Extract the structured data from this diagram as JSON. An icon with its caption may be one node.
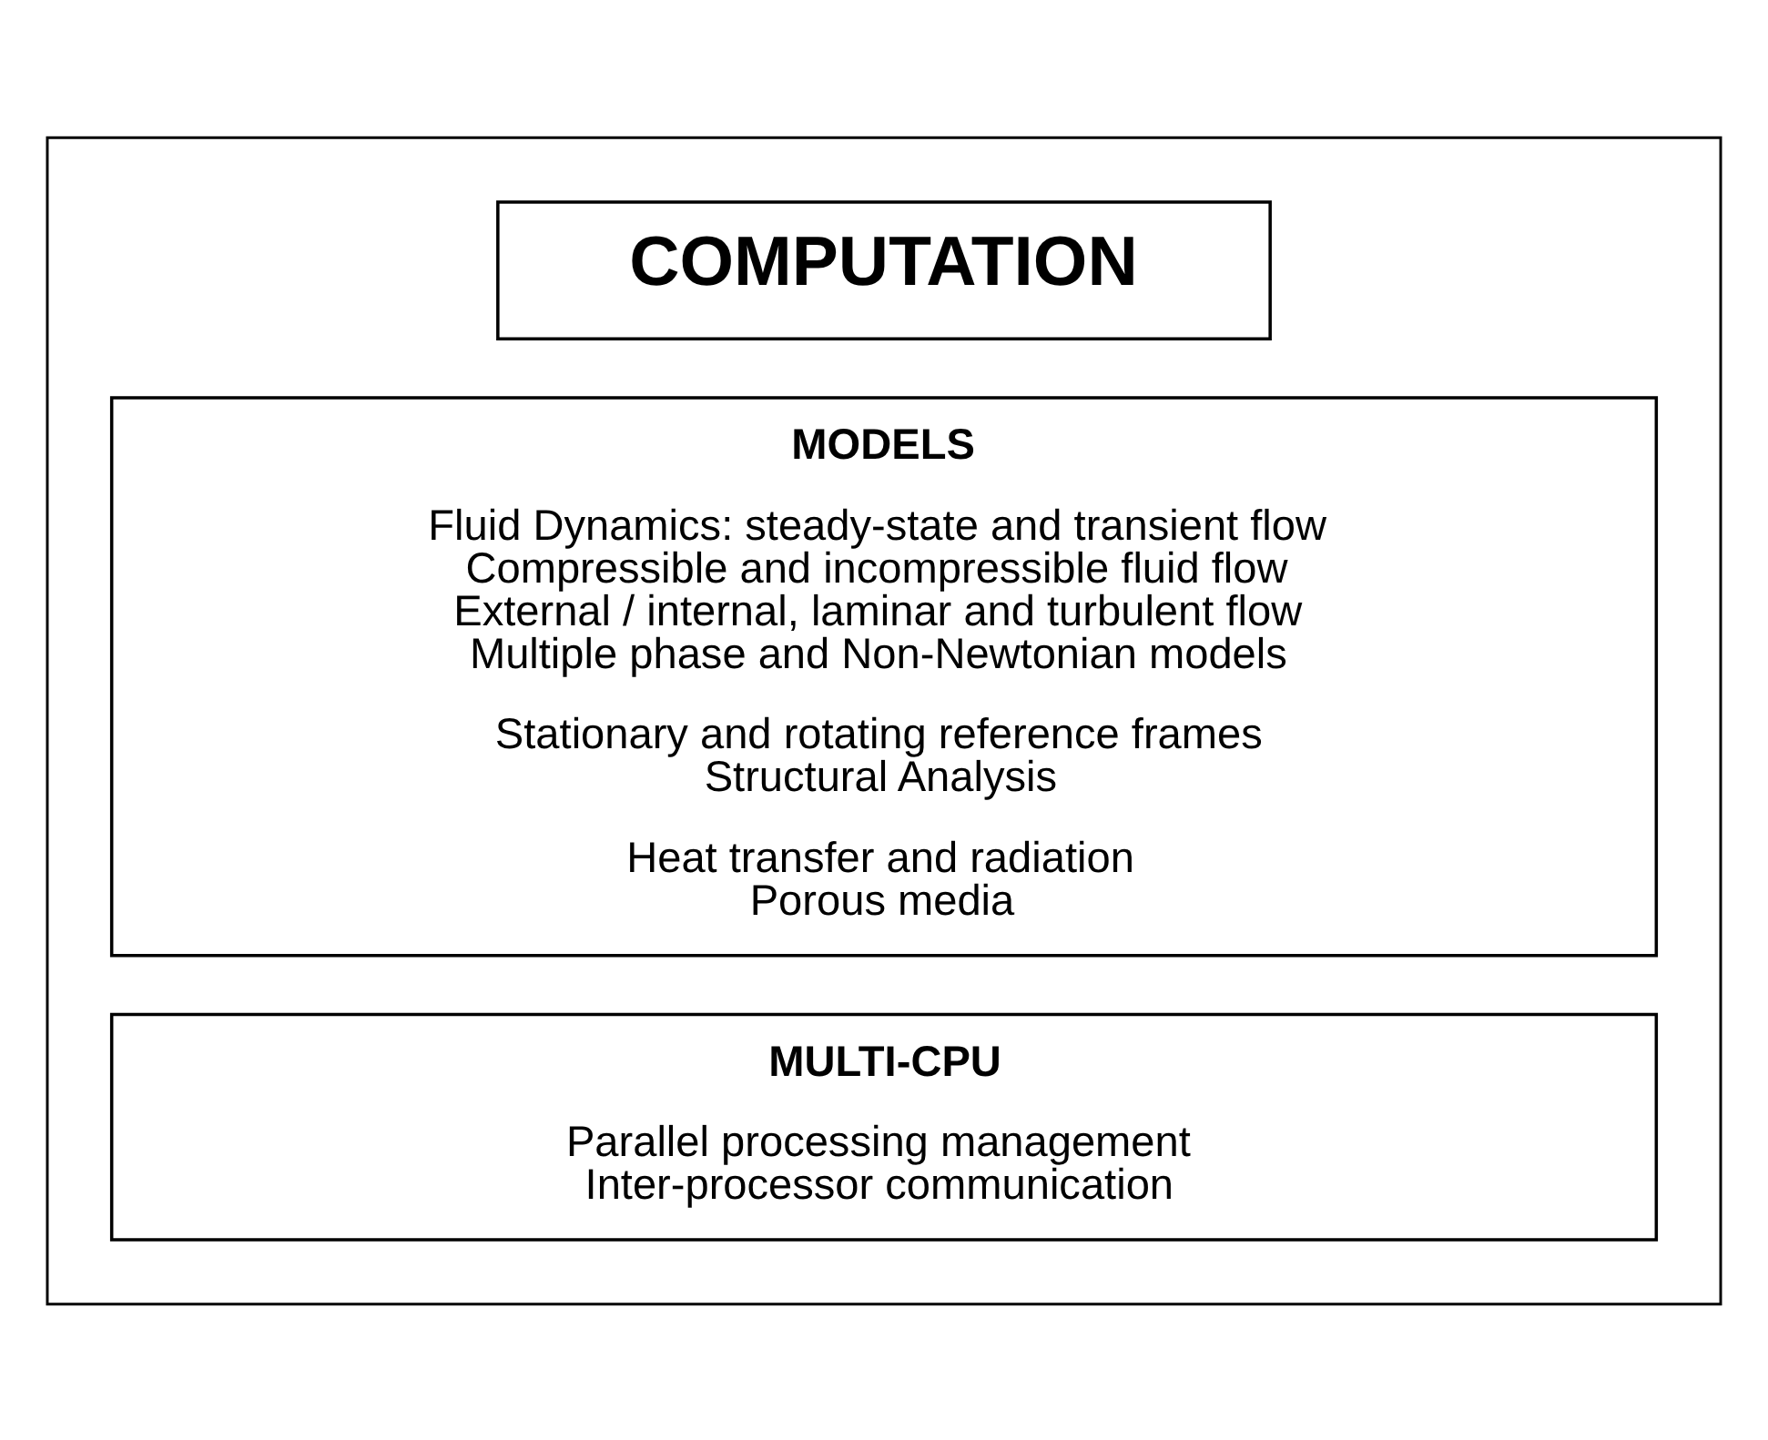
{
  "diagram": {
    "nodes": [
      {
        "text": [],
        "shape": "box"
      },
      {
        "text": [
          "COMPUTATION"
        ],
        "in": 0
      },
      {
        "text": [
          "MODELS",
          "Fluid Dynamics: steady-state and transient flow",
          "Compressible and incompressible fluid flow",
          "External / internal, laminar and turbulent flow",
          "Multiple phase and Non-Newtonian models",
          "Stationary and rotating reference frames",
          "Structural Analysis",
          "Heat transfer and radiation",
          "Porous media"
        ],
        "in": 0
      },
      {
        "text": [
          "MULTI-CPU",
          "Parallel processing management",
          "Inter-processor communication"
        ],
        "in": 0
      }
    ]
  }
}
